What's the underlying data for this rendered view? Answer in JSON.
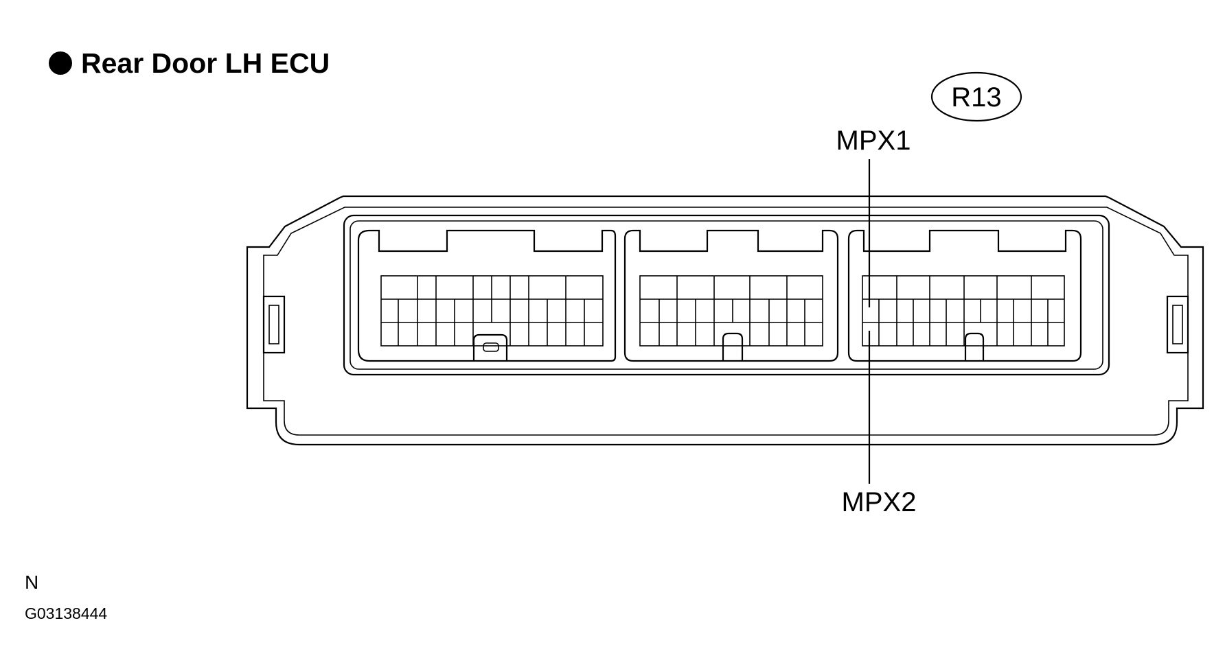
{
  "title": "Rear Door LH ECU",
  "connector_code": "R13",
  "pins": {
    "upper": "MPX1",
    "lower": "MPX2"
  },
  "view_letter": "N",
  "figure_id": "G03138444"
}
